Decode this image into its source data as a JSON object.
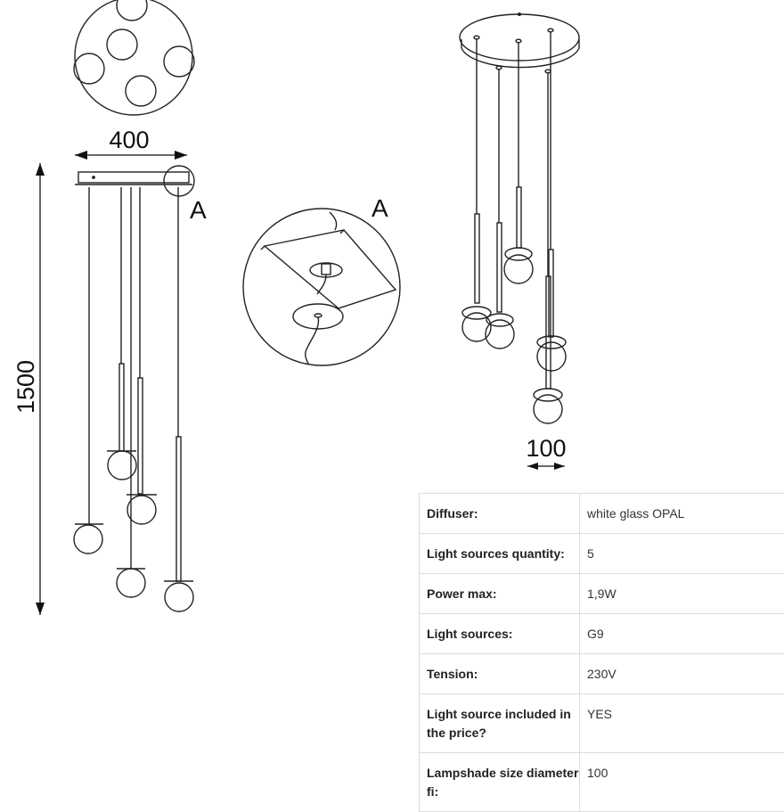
{
  "drawing": {
    "dim_width": "400",
    "dim_height": "1500",
    "dim_shade": "100",
    "detail_label": "A"
  },
  "spec_table": {
    "rows": [
      {
        "label": "Diffuser:",
        "value": "white glass OPAL"
      },
      {
        "label": "Light sources quantity:",
        "value": "5"
      },
      {
        "label": "Power max:",
        "value": "1,9W"
      },
      {
        "label": "Light sources:",
        "value": "G9"
      },
      {
        "label": "Tension:",
        "value": "230V"
      },
      {
        "label": "Light source included in the price?",
        "value": "YES"
      },
      {
        "label": "Lampshade size diameter fi:",
        "value": "100"
      }
    ]
  }
}
